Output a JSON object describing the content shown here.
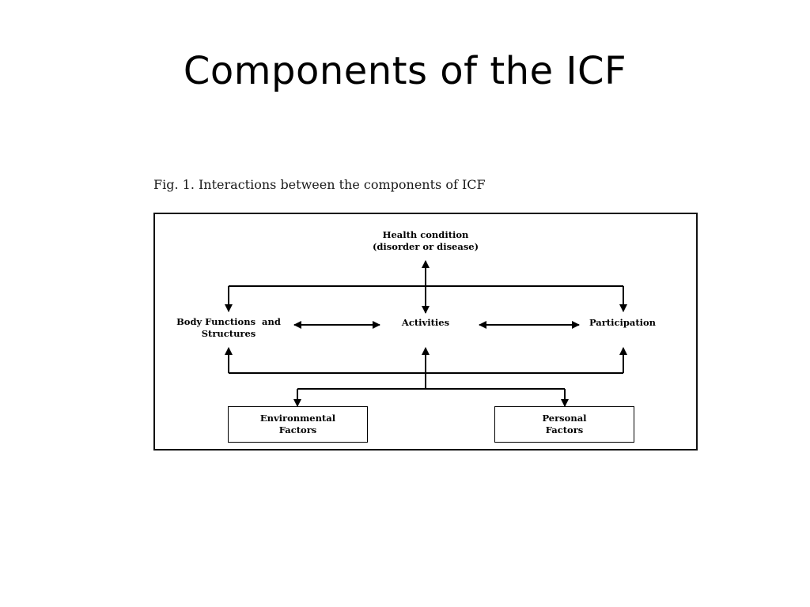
{
  "slide": {
    "title": "Components of the ICF"
  },
  "figure": {
    "caption": "Fig. 1. Interactions between the components of ICF",
    "health_condition": {
      "line1": "Health condition",
      "line2": "(disorder or disease)"
    },
    "body_functions": {
      "line1": "Body Functions  and",
      "line2": "Structures"
    },
    "activities": "Activities",
    "participation": "Participation",
    "environmental_factors": {
      "line1": "Environmental",
      "line2": "Factors"
    },
    "personal_factors": {
      "line1": "Personal",
      "line2": "Factors"
    }
  }
}
